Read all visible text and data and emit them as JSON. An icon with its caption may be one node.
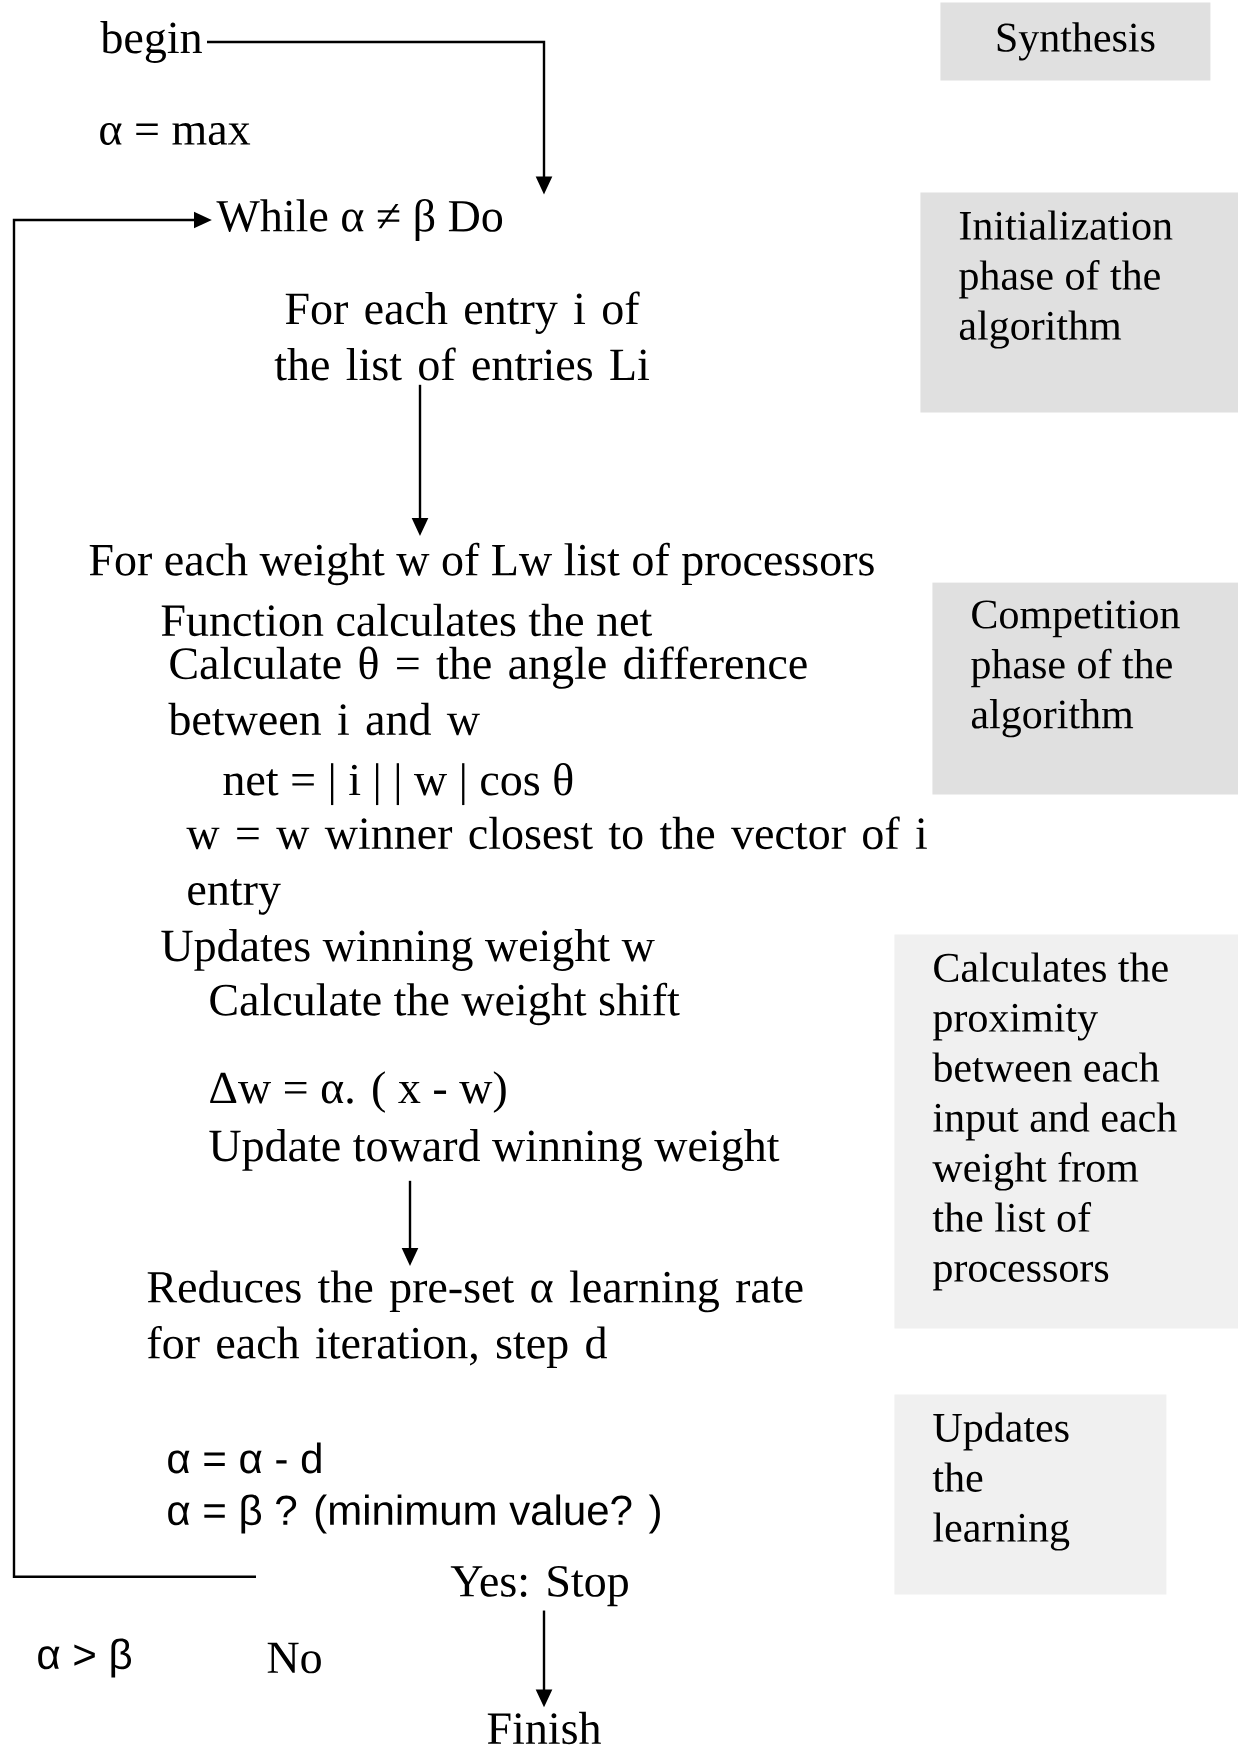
{
  "diagram": {
    "nodes": [
      {
        "text": [
          "begin"
        ]
      },
      {
        "text": [
          "While α ≠ β Do"
        ]
      },
      {
        "text": [
          "For each entry i of the list of entries Li"
        ]
      },
      {
        "text": [
          "For each weight w of Lw list of processors",
          "Function calculates the net",
          "Calculate θ = the angle difference between i and w",
          "net = | i | | w | cos θ",
          "w = w winner closest to the vector of i entry",
          "Updates winning weight w",
          "Calculate the weight shift",
          "Δw = α. ( x - w)",
          "Update toward winning weight"
        ]
      },
      {
        "text": [
          "Reduces the pre-set α learning rate for each iteration, step d"
        ]
      },
      {
        "text": [
          "α = α - d",
          "α = β ? (minimum value? )"
        ]
      },
      {
        "text": [
          "Yes: Stop"
        ]
      },
      {
        "text": [
          "Finish"
        ]
      },
      {
        "text": [
          "Synthesis"
        ]
      },
      {
        "text": [
          "Initialization phase of the algorithm"
        ]
      },
      {
        "text": [
          "Competition phase of the algorithm"
        ]
      },
      {
        "text": [
          "Calculates the proximity between each input and each weight from the list of processors"
        ]
      },
      {
        "text": [
          "Updates the learning"
        ]
      }
    ],
    "edges": [
      {
        "from": 0,
        "to": 1,
        "arrow": "to"
      },
      {
        "from": 2,
        "to": 3,
        "arrow": "to"
      },
      {
        "from": 3,
        "to": 4,
        "arrow": "to"
      },
      {
        "from": 5,
        "to": 1,
        "arrow": "to"
      },
      {
        "from": 6,
        "to": 7,
        "arrow": "to"
      }
    ],
    "labels": [
      "α = max",
      "α > β",
      "No"
    ]
  }
}
